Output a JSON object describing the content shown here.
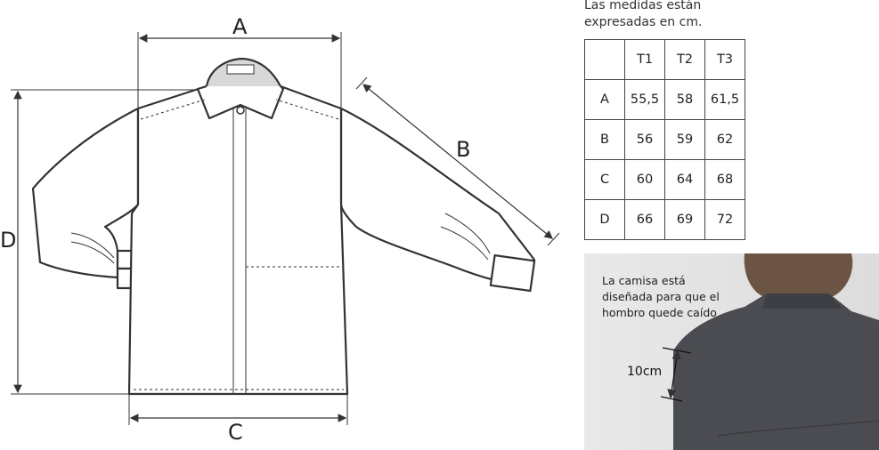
{
  "diagram": {
    "labels": {
      "a": "A",
      "b": "B",
      "c": "C",
      "d": "D"
    }
  },
  "note": {
    "line1": "Las medidas están",
    "line2": "expresadas en cm."
  },
  "size_table": {
    "headers": [
      "",
      "T1",
      "T2",
      "T3"
    ],
    "rows": [
      [
        "A",
        "55,5",
        "58",
        "61,5"
      ],
      [
        "B",
        "56",
        "59",
        "62"
      ],
      [
        "C",
        "60",
        "64",
        "68"
      ],
      [
        "D",
        "66",
        "69",
        "72"
      ]
    ]
  },
  "photo": {
    "caption_lines": [
      "La camisa está",
      "diseñada para que el",
      "hombro quede caído"
    ],
    "measure": "10cm"
  },
  "colors": {
    "line": "#333333",
    "shirt_photo": "#4b4c52",
    "photo_bg": "#e4e4e4"
  }
}
